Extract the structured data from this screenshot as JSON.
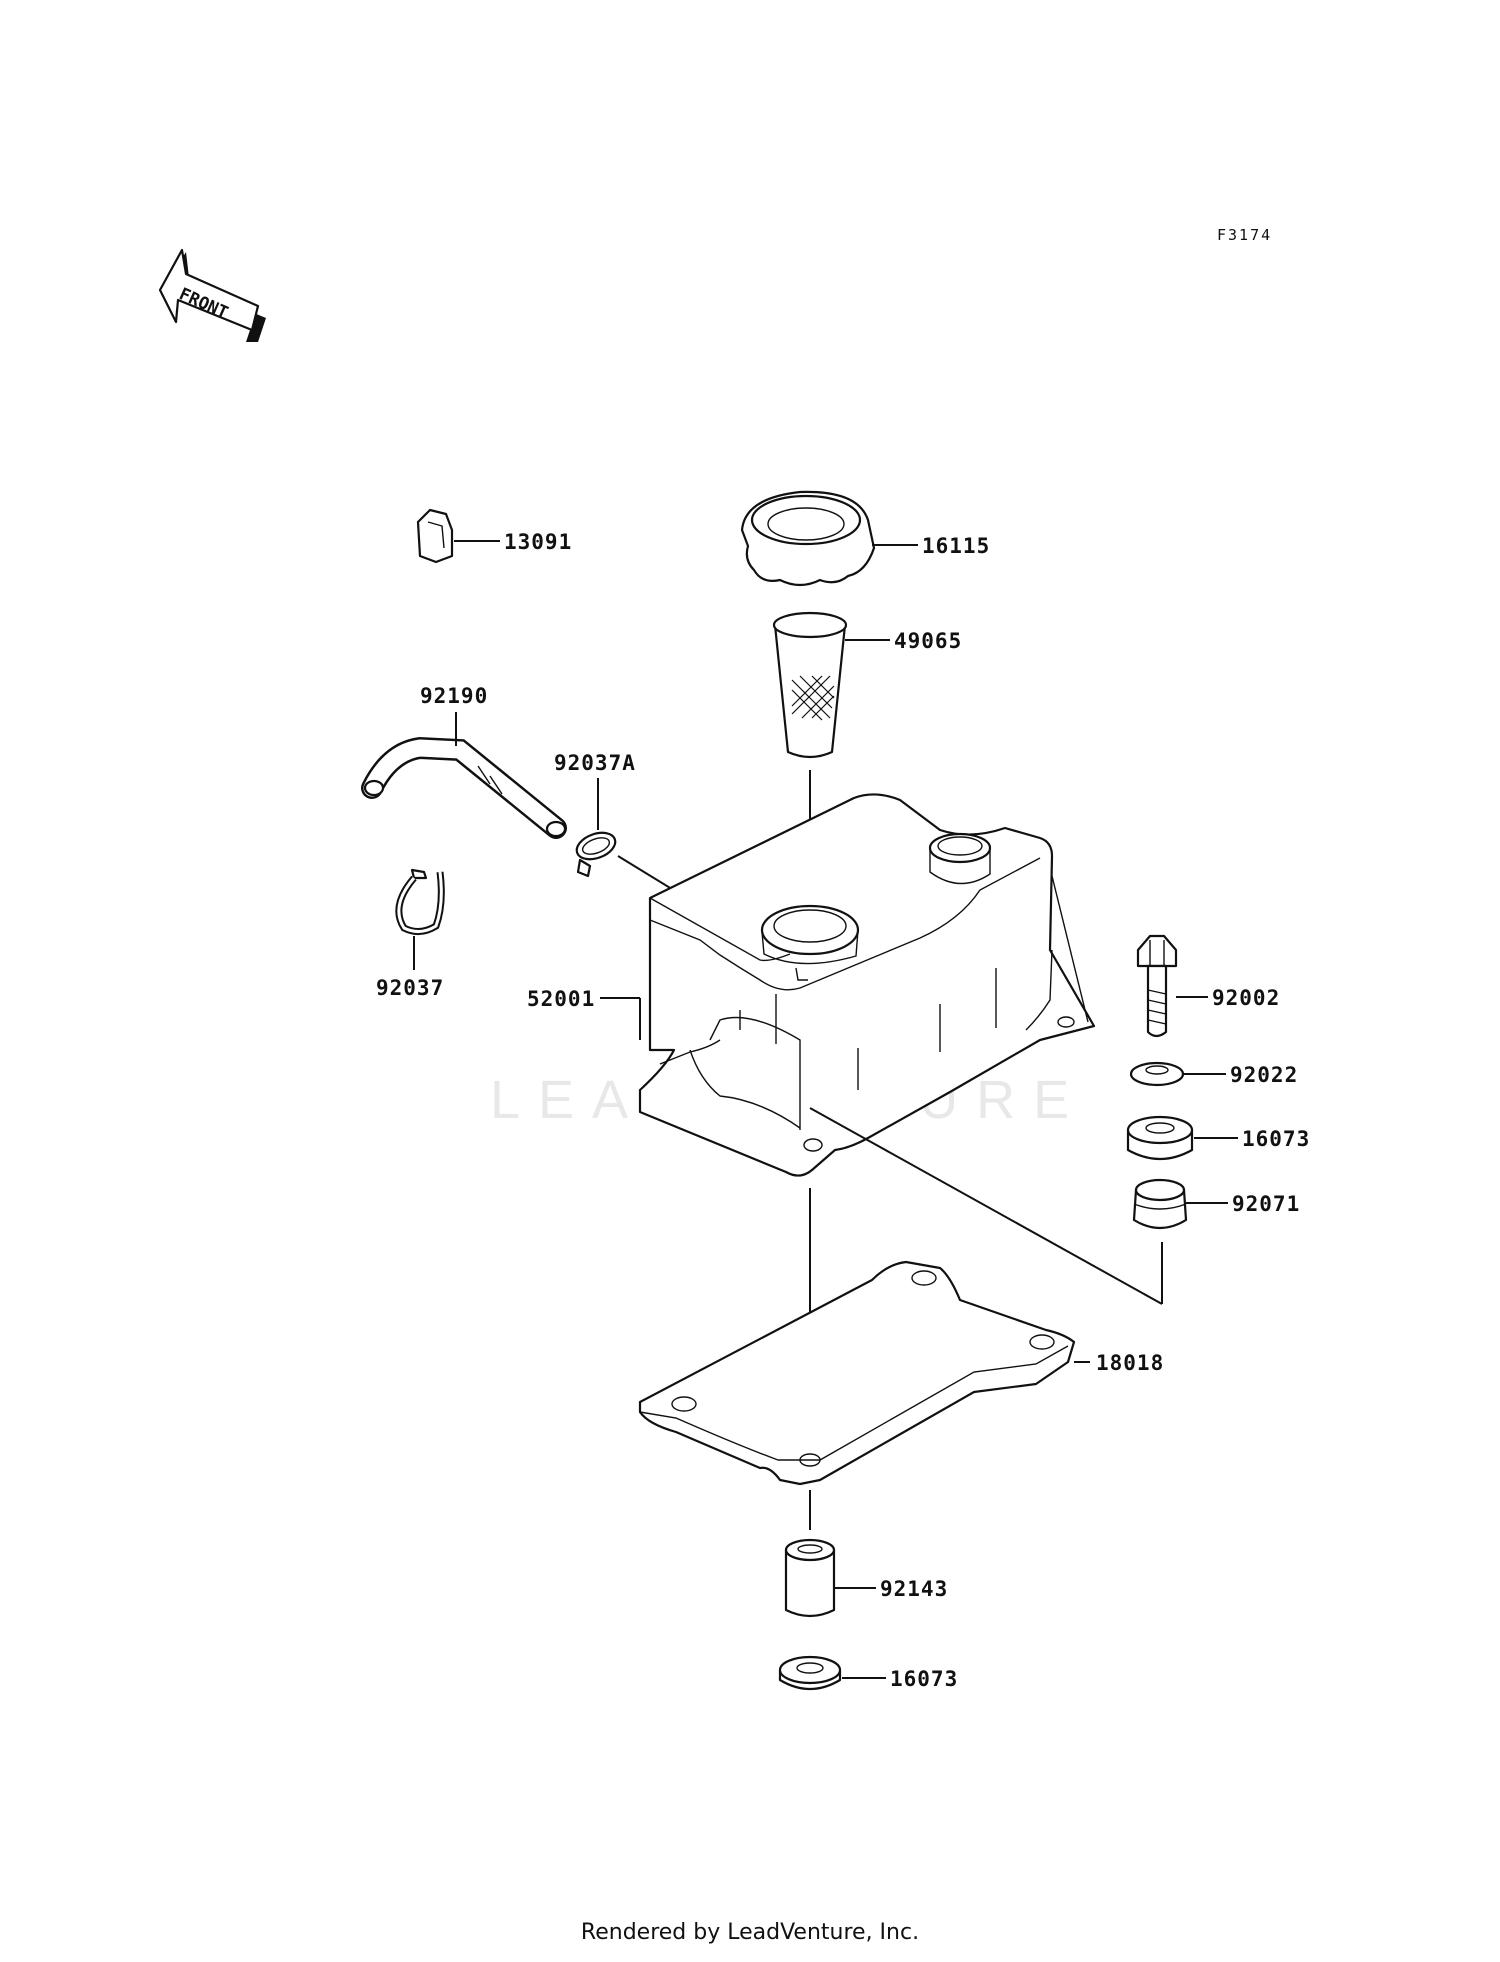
{
  "figure_code": "F3174",
  "front_label": "FRONT",
  "watermark": "LEADVENTURE",
  "credit": "Rendered by LeadVenture, Inc.",
  "parts": {
    "p13091": "13091",
    "p16115": "16115",
    "p49065": "49065",
    "p92190": "92190",
    "p92037A": "92037A",
    "p92037": "92037",
    "p52001": "52001",
    "p92002": "92002",
    "p92022": "92022",
    "p16073_top": "16073",
    "p92071": "92071",
    "p18018": "18018",
    "p92143": "92143",
    "p16073_bottom": "16073"
  }
}
